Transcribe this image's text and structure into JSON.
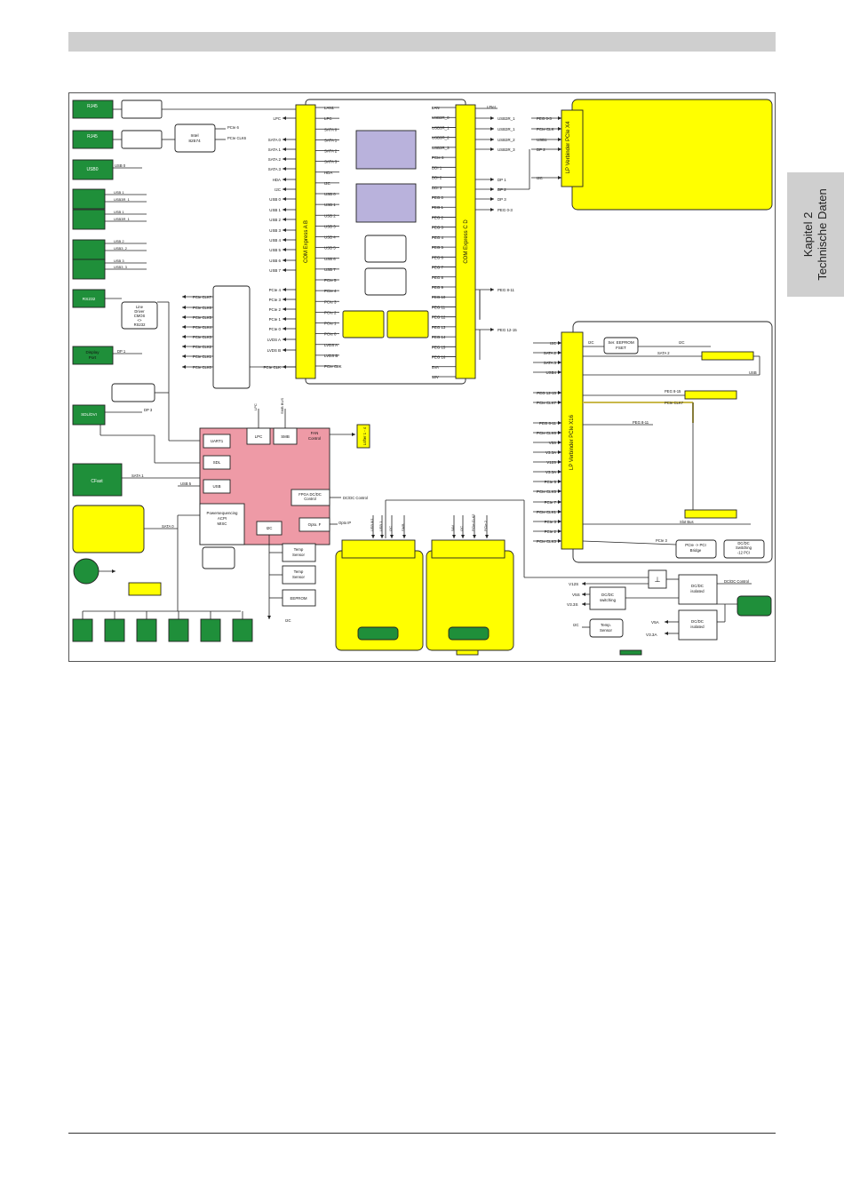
{
  "header": {
    "chapter_lines": [
      "Kapitel 2",
      "Technische Daten"
    ]
  },
  "colors": {
    "yellow": "#ffff00",
    "green": "#1f8f3a",
    "pink": "#ee9aa6",
    "lavender": "#b9b2dc",
    "line": "#222222"
  },
  "diagram": {
    "left_connectors": {
      "rj45": [
        "RJ45",
        "RJ45"
      ],
      "usb_port": "USB0",
      "rs232": "RS232",
      "display_port": [
        "Display",
        "Port"
      ],
      "sdl_dvi": "SDL/DVI",
      "cfast": "CFast",
      "intel": [
        "Intel",
        "82574"
      ],
      "line_driver": [
        "Line",
        "Driver",
        "CMOS",
        "<>",
        "RS232"
      ],
      "usb_labels": [
        "USB 0",
        "USB 1",
        "USB3R_1",
        "USB 1",
        "USB3R_1",
        "USB 2",
        "USB3_2",
        "USB 3",
        "USB3_3"
      ],
      "dp1": "DP 1",
      "dp3": "DP 3",
      "sata1": "SATA 1",
      "sata0": "SATA 0",
      "usb5": "USB 5",
      "pcie6": "PCIe 6",
      "pcie_clk6": "PCIe CLK6"
    },
    "pcie_clocks": [
      "PCIe CLK7",
      "PCIe CLK6",
      "PCIe CLK5",
      "PCIe CLK4",
      "PCIe CLK3",
      "PCIe CLK2",
      "PCIe CLK1",
      "PCIe CLK0"
    ],
    "com_ab": {
      "title": "COM Express A B",
      "left_labels": [
        "LPC",
        "SATA 0",
        "SATA 1",
        "SATA 2",
        "SATA 3",
        "HDA",
        "I2C",
        "USB 0",
        "USB 1",
        "USB 2",
        "USB 3",
        "USB 4",
        "USB 5",
        "USB 6",
        "USB 7",
        "PCIe 4",
        "PCIe 3",
        "PCIe 2",
        "PCIe 1",
        "PCIe 0",
        "LVDS A",
        "LVDS B",
        "PCIe CLK"
      ],
      "right_labels": [
        "LAN1",
        "LPC",
        "SATA 0",
        "SATA 1",
        "SATA 2",
        "SATA 3",
        "HDA",
        "I2C",
        "USB 0",
        "USB 1",
        "USB 2",
        "USB 3",
        "USB 4",
        "USB 5",
        "USB 6",
        "USB 7",
        "PCIe 5",
        "PCIe 4",
        "PCIe 3",
        "PCIe 2",
        "PCIe 1",
        "PCIe 0",
        "LVDS A",
        "LVDS B",
        "PCIe CLK"
      ]
    },
    "com_cd": {
      "title": "COM Express C D",
      "left_labels": [
        "LAN",
        "USB3R_0",
        "USB3R_1",
        "USB3R_2",
        "USB3R_3",
        "PCIe 6",
        "DDI 1",
        "DDI 2",
        "DDI 3",
        "PEG 0",
        "PEG 1",
        "PEG 2",
        "PEG 3",
        "PEG 4",
        "PEG 5",
        "PEG 6",
        "PEG 7",
        "PEG 8",
        "PEG 9",
        "PEG 10",
        "PEG 11",
        "PEG 12",
        "PEG 13",
        "PEG 14",
        "PEG 15",
        "PEG 16",
        "5VA",
        "12V"
      ],
      "right_labels": [
        "USB3R_1",
        "USB3R_1",
        "USB3R_2",
        "USB3R_3",
        "DP 1",
        "DP 2",
        "DP 3",
        "PEG 0-3",
        "PEG 8-11",
        "PEG 12-15"
      ]
    },
    "lp_x4": {
      "title": "LP Verbinder PCIe X4",
      "pins": [
        "PEG 0-3",
        "PCIe CLK",
        "USB1",
        "DP 2",
        "I2C"
      ]
    },
    "lp_x16": {
      "title": "LP Verbinder PCIe X16",
      "pins": [
        "I2C",
        "SATA 2",
        "SATA 3",
        "USB4",
        "PEG 12-15",
        "PCIe CLK7",
        "PEG 8-11",
        "PCIe CLK6",
        "V5S",
        "V3.3A",
        "V12S",
        "V3.3A",
        "PCIe 5",
        "PCIe CLK5",
        "PCIe 7",
        "PCIe CLK1",
        "PCIe 3",
        "PCIe 2",
        "PCIe CLK3"
      ]
    },
    "fpga": {
      "uart": "UART1",
      "sdl": "SDL",
      "usb": "USB",
      "lpc": "LPC",
      "smb": "SMB",
      "fan": [
        "FAN",
        "Control"
      ],
      "fpga_ctrl": [
        "FPGA DC/DC",
        "Control"
      ],
      "opto": "Opto. F",
      "i2c": "I2C",
      "power": [
        "Powersequencing",
        "ACPI",
        "MISC"
      ],
      "lpc_in": "LPC",
      "smb_in": "SMB BUS"
    },
    "sensors": {
      "temp1": [
        "Temp",
        "Sensor"
      ],
      "temp2": [
        "Temp",
        "Sensor"
      ],
      "eeprom": "EEPROM",
      "i2c": "I2C"
    },
    "fan": "Lüfter 1 - 4",
    "dc_ctrl": "DC/DC Control",
    "opto_in": "Opto IP",
    "slot_signals": [
      "USB 8/1",
      "USB 1",
      "I2C",
      "SMB",
      "5AV",
      "I2C",
      "PCIe CLK2",
      "PCIe 2"
    ],
    "x16_area": {
      "ser_eeprom": [
        "Ser. EEPROM",
        "FSET"
      ],
      "i2c_a": "I2C",
      "i2c_b": "I2C",
      "sata2": "SATA 2",
      "usb": "USB",
      "peg_8_15": "PEG 8-15",
      "pcie_clk7": "PCIe CLK7",
      "peg_8_11": "PEG 8-11",
      "slot_bus": "Slot Bus",
      "pcie3": "PCIe 3",
      "bridge": [
        "PCIe -> PCI",
        "Bridge"
      ],
      "dcdc_switch": [
        "DC/DC",
        "Switching",
        "-12 PCI"
      ]
    },
    "power": {
      "v12s": "V12S",
      "v5s": "V5S",
      "v33s": "V3.3S",
      "v5a": "V5A",
      "v33a": "V3.3A",
      "dcdc_switching": [
        "DC/DC",
        "switching"
      ],
      "dcdc_iso1": [
        "DC/DC",
        "isolated"
      ],
      "dcdc_iso2": [
        "DC/DC",
        "isolated"
      ],
      "dcdc_control": "DC/DC Control",
      "temp": [
        "Temp.",
        "Sensor"
      ],
      "i2c": "I2C"
    }
  }
}
